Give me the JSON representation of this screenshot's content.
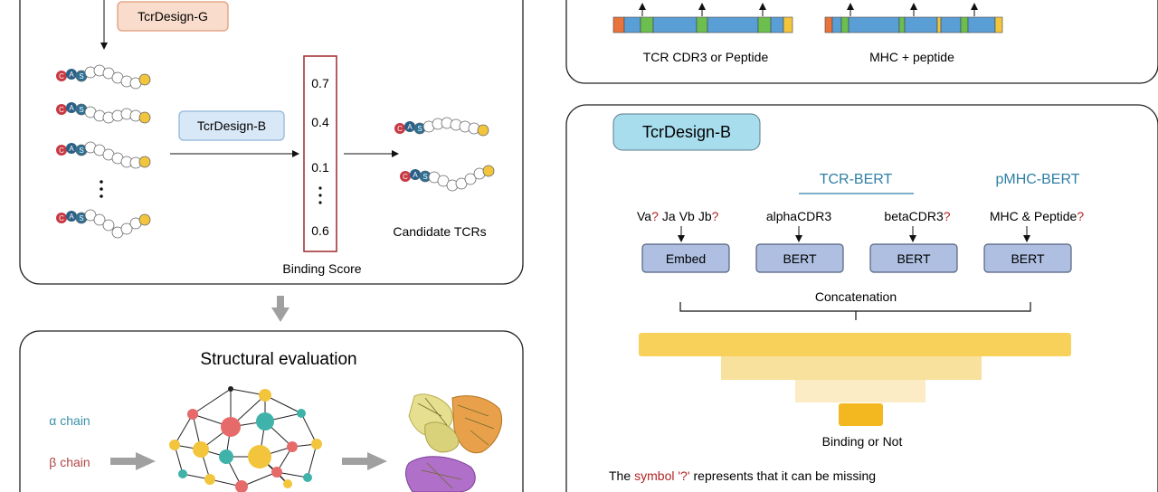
{
  "pipeline": {
    "generator_label": "TcrDesign-G",
    "classifier_label": "TcrDesign-B",
    "binding_scores": [
      "0.7",
      "0.4",
      "0.1",
      "0.6"
    ],
    "binding_score_title": "Binding Score",
    "candidates_label": "Candidate TCRs",
    "residue_c": "C",
    "residue_a": "A",
    "residue_s": "S"
  },
  "structural": {
    "title": "Structural evaluation",
    "alpha_label": "α chain",
    "beta_label": "β chain"
  },
  "encoding": {
    "left_caption": "TCR CDR3 or Peptide",
    "right_caption": "MHC + peptide"
  },
  "tcrdesign_b": {
    "badge": "TcrDesign-B",
    "tcr_bert_label": "TCR-BERT",
    "pmhc_bert_label": "pMHC-BERT",
    "inputs": {
      "va": "Va",
      "ja": "Ja",
      "vb": "Vb",
      "jb": "Jb",
      "alpha": "alphaCDR3",
      "beta": "betaCDR3",
      "mhc": "MHC & Peptide",
      "q": "?"
    },
    "boxes": [
      "Embed",
      "BERT",
      "BERT",
      "BERT"
    ],
    "concat_label": "Concatenation",
    "output_label": "Binding or Not",
    "footnote_pre": "The",
    "footnote_symbol": "symbol '?'",
    "footnote_post": "represents that it can be missing"
  },
  "colors": {
    "tcr_bert": "#2e7fa6",
    "question": "#b22222",
    "generator_fill": "#f9dccb",
    "generator_stroke": "#e3a88a",
    "classifier_fill": "#d9e8f7",
    "classifier_stroke": "#9fbfe0",
    "badge_fill": "#a8ddee",
    "box_fill": "#aebfe2",
    "bar_colors": [
      "#f7d15a",
      "#f8e19c",
      "#fbecc6",
      "#f3b81f"
    ]
  }
}
